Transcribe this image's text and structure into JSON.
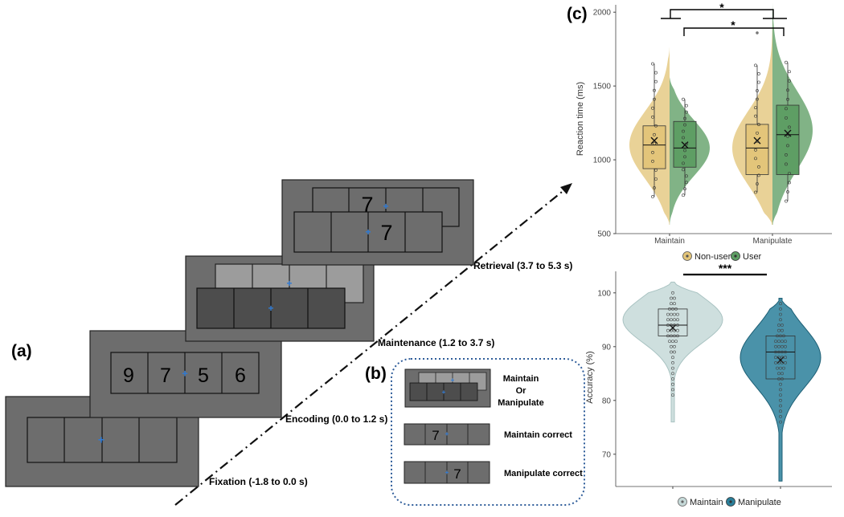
{
  "panel_a": {
    "letter": "(a)",
    "stages": [
      {
        "name": "fixation",
        "label": "Fixation (-1.8 to 0.0 s)",
        "digits": []
      },
      {
        "name": "encoding",
        "label": "Encoding (0.0 to 1.2 s)",
        "digits": [
          "9",
          "7",
          "5",
          "6"
        ]
      },
      {
        "name": "maintenance",
        "label": "Maintenance (1.2 to 3.7 s)",
        "digits": []
      },
      {
        "name": "retrieval",
        "label": "Retrieval (3.7 to 5.3 s)",
        "probe_top": "7",
        "probe_bottom": "7"
      }
    ]
  },
  "panel_b": {
    "letter": "(b)",
    "cue_label_lines": [
      "Maintain",
      "Or",
      "Manipulate"
    ],
    "maintain_label": "Maintain correct",
    "maintain_digit": "7",
    "manipulate_label": "Manipulate correct",
    "manipulate_digit": "7"
  },
  "panel_c": {
    "letter": "(c)"
  },
  "colors": {
    "box_gray": "#6d6d6d",
    "light_gray": "#9c9c9c",
    "dark_gray": "#4d4d4d",
    "fixation_blue": "#2f7bd6",
    "non_user": "#e3c57a",
    "user": "#5e9e64",
    "maintain_acc": "#c5d9d8",
    "manipulate_acc": "#2a7f9a",
    "dotted_border": "#2f5d9a"
  },
  "chart_data": [
    {
      "type": "violin",
      "ylabel": "Reaction time (ms)",
      "xlabel": "",
      "categories": [
        "Maintain",
        "Manipulate"
      ],
      "ylim": [
        500,
        2050
      ],
      "yticks": [
        500,
        1000,
        1500,
        2000
      ],
      "legend": {
        "placement": "bottom",
        "entries": [
          "Non-user",
          "User"
        ]
      },
      "series": [
        {
          "name": "Non-user",
          "median": [
            1100,
            1080
          ],
          "q1": [
            940,
            900
          ],
          "q3": [
            1230,
            1240
          ],
          "mean": [
            1130,
            1130
          ],
          "whisker_low": [
            750,
            780
          ],
          "whisker_high": [
            1650,
            1640
          ],
          "outliers": [
            [],
            [
              1860
            ]
          ]
        },
        {
          "name": "User",
          "median": [
            1080,
            1170
          ],
          "q1": [
            950,
            900
          ],
          "q3": [
            1260,
            1370
          ],
          "mean": [
            1100,
            1180
          ],
          "whisker_low": [
            760,
            720
          ],
          "whisker_high": [
            1410,
            1660
          ],
          "outliers": [
            [],
            []
          ]
        }
      ],
      "significance": [
        "*",
        "*"
      ],
      "grid": false
    },
    {
      "type": "violin",
      "ylabel": "Accuracy (%)",
      "xlabel": "",
      "categories": [
        "Maintain",
        "Manipulate"
      ],
      "ylim": [
        64,
        104
      ],
      "yticks": [
        70,
        80,
        90,
        100
      ],
      "legend": {
        "placement": "bottom",
        "entries": [
          "Maintain",
          "Manipulate"
        ]
      },
      "series": [
        {
          "name": "Maintain",
          "median": 94,
          "q1": 92,
          "q3": 97,
          "mean": 93.5,
          "min": 76,
          "max": 102
        },
        {
          "name": "Manipulate",
          "median": 89,
          "q1": 84,
          "q3": 92,
          "mean": 87.5,
          "min": 65,
          "max": 99
        }
      ],
      "significance": "***",
      "grid": false
    }
  ]
}
